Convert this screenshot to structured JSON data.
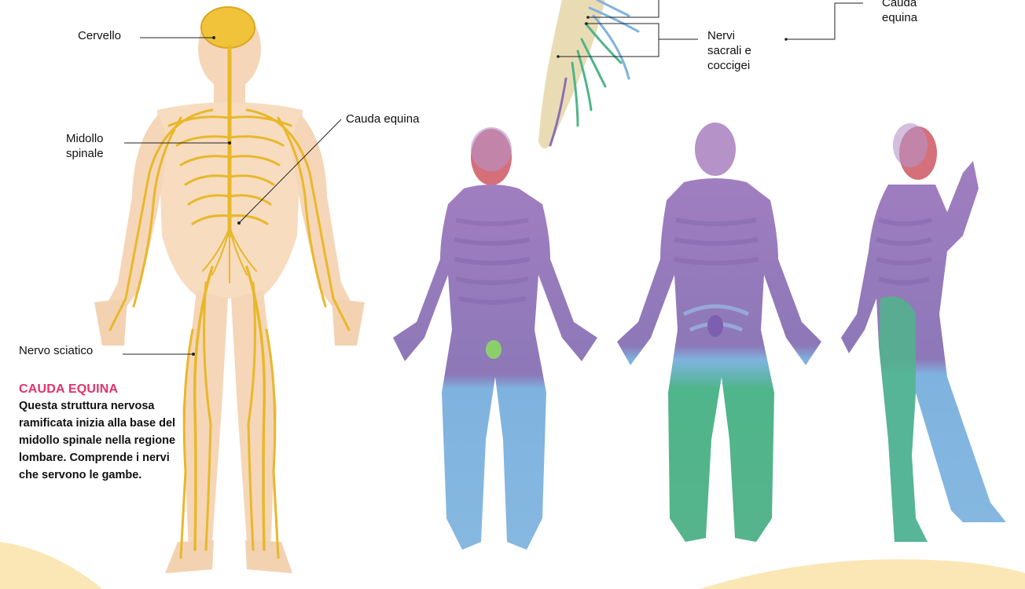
{
  "labels": {
    "cervello": "Cervello",
    "midollo_spinale": "Midollo\nspinale",
    "nervo_sciatico": "Nervo sciatico",
    "cauda_equina_body": "Cauda equina",
    "nervi_sacrali": "Nervi\nsacrali e\ncoccigei",
    "cauda_equina_top": "Cauda\nequina"
  },
  "caption": {
    "title": "CAUDA EQUINA",
    "body": "Questa struttura nervosa ramificata inizia alla base del midollo spinale nella regione lombare. Comprende i nervi che servono le gambe."
  },
  "colors": {
    "nerve_yellow": "#e8b82a",
    "skin": "#f7dcc0",
    "dermatome_purple": "#9a7fb8",
    "dermatome_blue": "#7fb3df",
    "dermatome_green": "#4fb58a",
    "background_wave": "#fbe7b5",
    "caption_accent": "#e2336b"
  }
}
